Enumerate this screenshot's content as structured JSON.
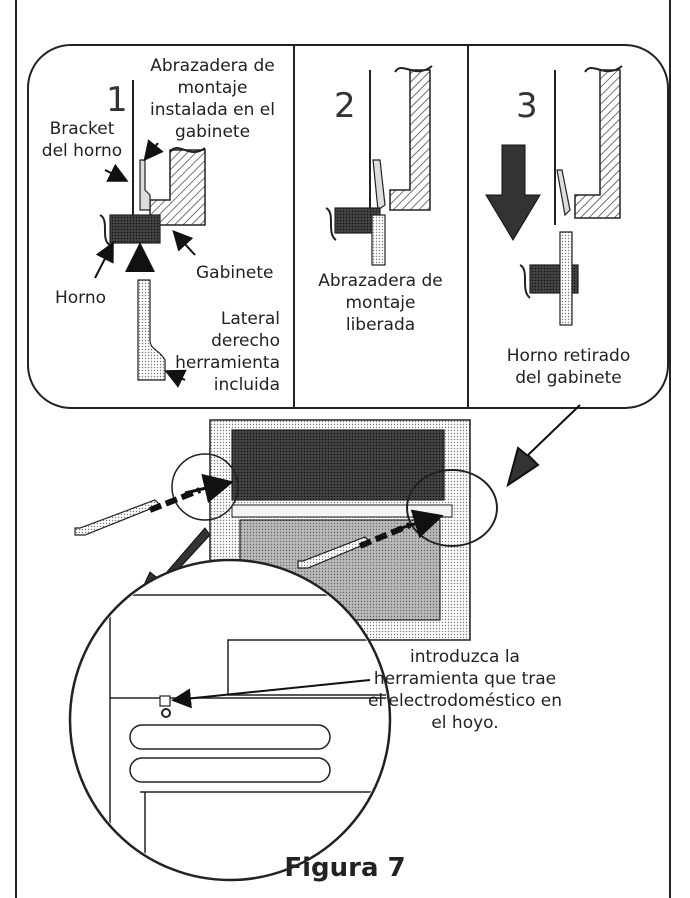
{
  "figure": {
    "caption": "Figura 7",
    "panels": [
      {
        "number": "1",
        "labels": {
          "bracket_cabinet": [
            "Abrazadera de",
            "montaje",
            "instalada en el",
            "gabinete"
          ],
          "bracket_oven": [
            "Bracket",
            "del horno"
          ],
          "cabinet": "Gabinete",
          "oven": "Horno",
          "tool": [
            "Lateral",
            "derecho",
            "herramienta",
            "incluida"
          ]
        }
      },
      {
        "number": "2",
        "labels": {
          "released": [
            "Abrazadera de",
            "montaje",
            "liberada"
          ]
        }
      },
      {
        "number": "3",
        "labels": {
          "removed": [
            "Horno retirado",
            "del gabinete"
          ]
        }
      }
    ],
    "detail_note": [
      "introduzca la",
      "herramienta que trae",
      "el electrodoméstico en",
      "el hoyo."
    ]
  }
}
